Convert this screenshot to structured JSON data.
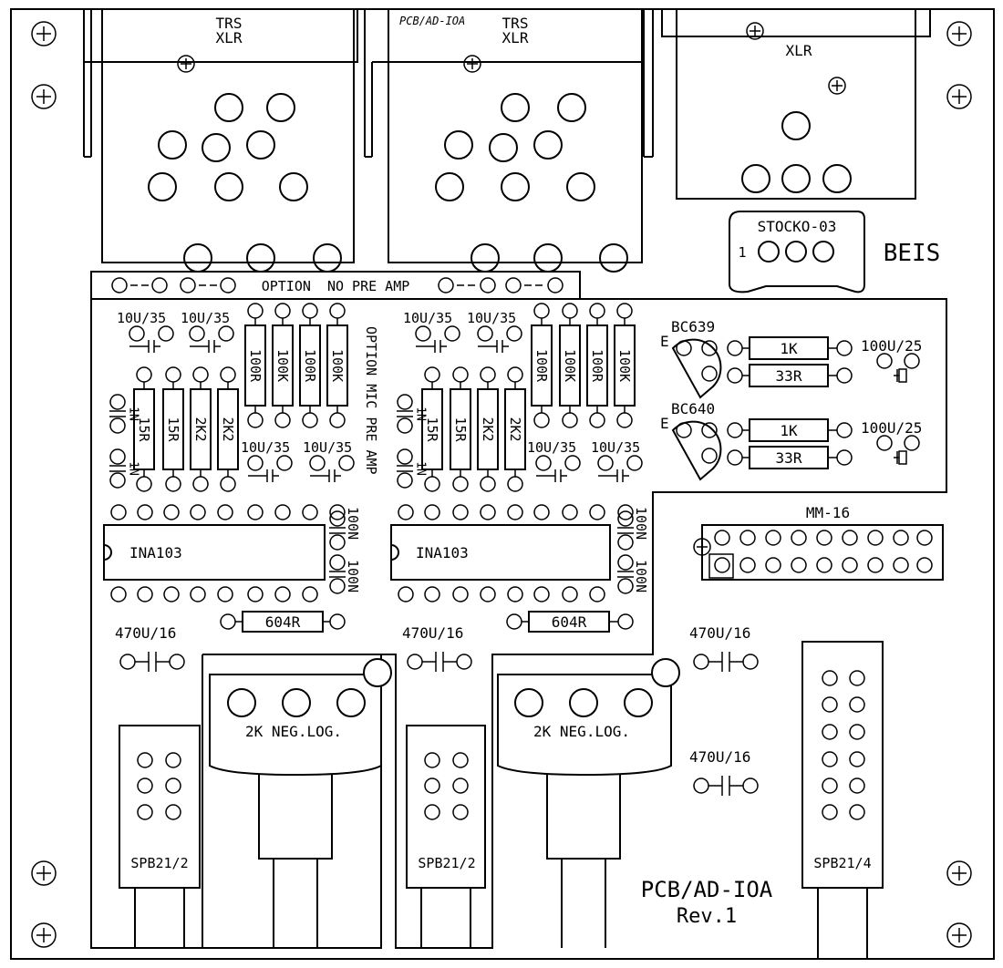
{
  "board": {
    "title": "PCB/AD-IOA",
    "revision": "Rev.1",
    "brand": "BEIS",
    "top_label": "PCB/AD-IOA",
    "option_strip_label": "OPTION  NO PRE AMP",
    "option_mic_label": "OPTION MIC PRE AMP",
    "colors": {
      "background": "#ffffff",
      "line": "#000000"
    }
  },
  "connectors": [
    {
      "line1": "TRS",
      "line2": "XLR"
    },
    {
      "line1": "TRS",
      "line2": "XLR"
    },
    {
      "line1": "",
      "line2": "XLR"
    }
  ],
  "stocko": {
    "label": "STOCKO-03",
    "pin1": "1"
  },
  "mm16": {
    "label": "MM-16"
  },
  "channels": [
    {
      "cap_top_1": "10U/35",
      "cap_top_2": "10U/35",
      "cap_mid_1": "10U/35",
      "cap_mid_2": "10U/35",
      "resistors_vertical_top": [
        "100R",
        "100K",
        "100R",
        "100K"
      ],
      "resistors_vertical_bottom": [
        "15R",
        "15R",
        "2K2",
        "2K2"
      ],
      "in_label": "1N",
      "ic": "INA103",
      "cap_100n_1": "100N",
      "cap_100n_2": "100N",
      "r_604": "604R",
      "cap_470": "470U/16",
      "pot": "2K NEG.LOG.",
      "switch": "SPB21/2"
    },
    {
      "cap_top_1": "10U/35",
      "cap_top_2": "10U/35",
      "cap_mid_1": "10U/35",
      "cap_mid_2": "10U/35",
      "resistors_vertical_top": [
        "100R",
        "100K",
        "100R",
        "100K"
      ],
      "resistors_vertical_bottom": [
        "15R",
        "15R",
        "2K2",
        "2K2"
      ],
      "in_label": "1N",
      "ic": "INA103",
      "cap_100n_1": "100N",
      "cap_100n_2": "100N",
      "r_604": "604R",
      "cap_470": "470U/16",
      "pot": "2K NEG.LOG.",
      "switch": "SPB21/2"
    }
  ],
  "transistors": [
    {
      "label": "BC639",
      "emitter": "E",
      "r1": "1K",
      "r2": "33R",
      "cap": "100U/25"
    },
    {
      "label": "BC640",
      "emitter": "E",
      "r1": "1K",
      "r2": "33R",
      "cap": "100U/25"
    }
  ],
  "right_section": {
    "cap_470_a": "470U/16",
    "cap_470_b": "470U/16",
    "switch": "SPB21/4"
  }
}
